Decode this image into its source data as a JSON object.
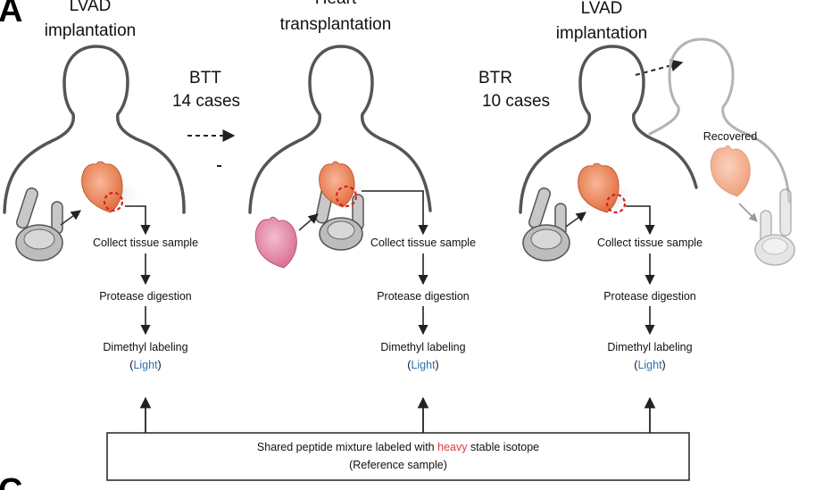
{
  "panel_label": "A",
  "next_panel_label": "C",
  "columns": [
    {
      "title_line1": "LVAD",
      "title_line2": "implantation"
    },
    {
      "title_line1": "Heart",
      "title_line2": "transplantation"
    },
    {
      "title_line1": "LVAD",
      "title_line2": "implantation"
    }
  ],
  "transitions": [
    {
      "label": "BTT",
      "count": "14 cases"
    },
    {
      "label": "BTR",
      "count": "10 cases"
    }
  ],
  "recovered_label": "Recovered",
  "steps": {
    "collect": "Collect tissue sample",
    "digest": "Protease digestion",
    "label": "Dimethyl labeling",
    "paren_open": "(",
    "light": "Light",
    "paren_close": ")"
  },
  "reference": {
    "line1_prefix": "Shared peptide mixture labeled with ",
    "line1_heavy": "heavy",
    "line1_suffix": " stable isotope",
    "line2": "(Reference sample)"
  },
  "colors": {
    "light": "#2f6fb0",
    "heavy": "#e23b3b",
    "heart": "#ef8a5e",
    "donor_heart": "#e68aa8",
    "outline": "#555555",
    "faded_outline": "#b3b3b3"
  }
}
